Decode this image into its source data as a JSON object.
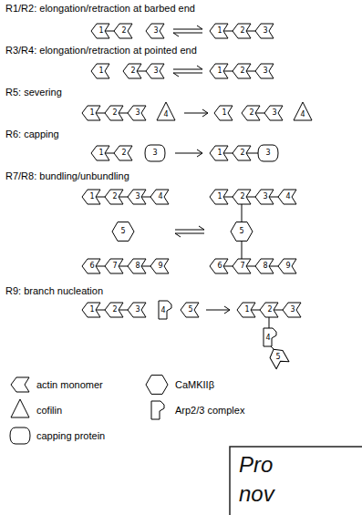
{
  "diagram": {
    "labels": [
      "R1/R2: elongation/retraction at barbed end",
      "1",
      "2",
      "3",
      "1",
      "2",
      "3",
      "R3/R4: elongation/retraction at pointed end",
      "1",
      "2",
      "3",
      "1",
      "2",
      "3",
      "R5: severing",
      "1",
      "2",
      "3",
      "4",
      "1",
      "2",
      "3",
      "4",
      "R6: capping",
      "1",
      "2",
      "3",
      "1",
      "2",
      "3",
      "R7/R8: bundling/unbundling",
      "1",
      "2",
      "3",
      "4",
      "5",
      "6",
      "7",
      "8",
      "9",
      "1",
      "2",
      "3",
      "4",
      "5",
      "6",
      "7",
      "8",
      "9",
      "R9: branch nucleation",
      "1",
      "2",
      "3",
      "4",
      "5",
      "1",
      "2",
      "3",
      "4",
      "5",
      "Pro",
      "nov"
    ],
    "legend": [
      {
        "text": "actin monomer"
      },
      {
        "text": "cofilin"
      },
      {
        "text": "capping protein"
      },
      {
        "text": "CaMKIIβ"
      },
      {
        "text": "Arp2/3 complex"
      }
    ]
  }
}
